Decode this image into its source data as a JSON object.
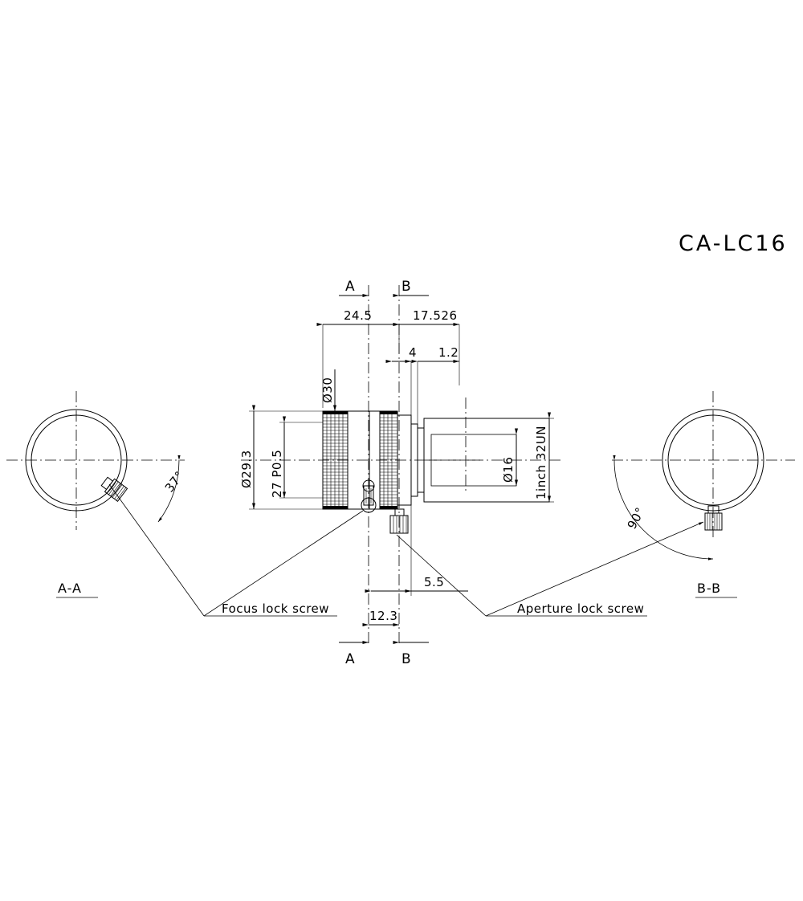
{
  "drawing": {
    "title": "CA-LC16",
    "type": "technical-drawing",
    "subject": "C-mount machine vision lens outline drawing"
  },
  "section_markers": {
    "top_left": "A",
    "top_right": "B",
    "bottom_left": "A",
    "bottom_right": "B"
  },
  "views": {
    "left": {
      "label": "A-A",
      "angle_dim": "37°"
    },
    "right": {
      "label": "B-B",
      "angle_dim": "90°"
    }
  },
  "dimensions": {
    "overall_front": "24.5",
    "overall_rear": "17.526",
    "flange_step": "4",
    "flange_thick": "1.2",
    "outer_dia": "Ø30",
    "body_dia": "Ø29.3",
    "filter_thread": "27 P0.5",
    "bore_dia": "Ø16",
    "mount_thread": "1inch 32UN",
    "aperture_offset": "5.5",
    "screw_spacing": "12.3"
  },
  "callouts": {
    "focus": "Focus lock screw",
    "aperture": "Aperture lock screw"
  },
  "colors": {
    "line": "#000000",
    "background": "#ffffff"
  }
}
